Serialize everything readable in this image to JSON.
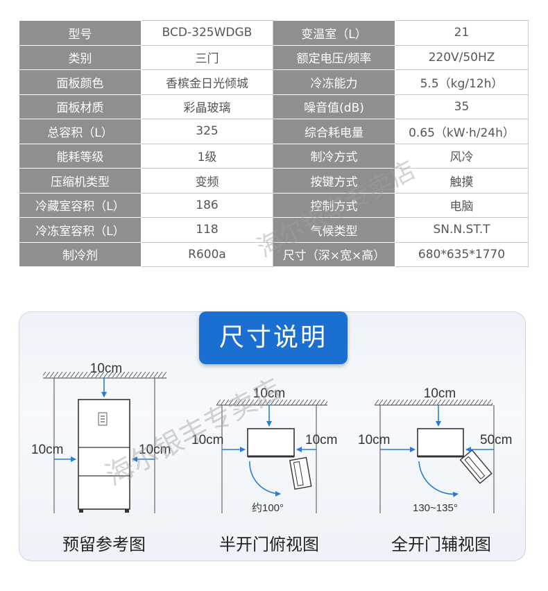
{
  "specs": [
    {
      "l1": "型号",
      "v1": "BCD-325WDGB",
      "l2": "变温室（L）",
      "v2": "21"
    },
    {
      "l1": "类别",
      "v1": "三门",
      "l2": "额定电压/频率",
      "v2": "220V/50HZ"
    },
    {
      "l1": "面板颜色",
      "v1": "香槟金日光倾城",
      "l2": "冷冻能力",
      "v2": "5.5（kg/12h）"
    },
    {
      "l1": "面板材质",
      "v1": "彩晶玻璃",
      "l2": "噪音值(dB)",
      "v2": "35"
    },
    {
      "l1": "总容积（L）",
      "v1": "325",
      "l2": "综合耗电量",
      "v2": "0.65（kW·h/24h）"
    },
    {
      "l1": "能耗等级",
      "v1": "1级",
      "l2": "制冷方式",
      "v2": "风冷"
    },
    {
      "l1": "压缩机类型",
      "v1": "变频",
      "l2": "按键方式",
      "v2": "触摸"
    },
    {
      "l1": "冷藏室容积（L）",
      "v1": "186",
      "l2": "控制方式",
      "v2": "电脑"
    },
    {
      "l1": "冷冻室容积（L）",
      "v1": "118",
      "l2": "气候类型",
      "v2": "SN.N.ST.T"
    },
    {
      "l1": "制冷剂",
      "v1": "R600a",
      "l2": "尺寸（深×宽×高）",
      "v2": "680*635*1770"
    }
  ],
  "panel": {
    "title": "尺寸说明",
    "diagrams": [
      {
        "caption": "预留参考图",
        "top": "10cm",
        "left": "10cm",
        "right": "10cm"
      },
      {
        "caption": "半开门俯视图",
        "top": "10cm",
        "left": "10cm",
        "right": "10cm",
        "angle": "约100°"
      },
      {
        "caption": "全开门辅视图",
        "top": "10cm",
        "left": "10cm",
        "right": "50cm",
        "angle": "130~135°"
      }
    ]
  },
  "watermark": "海尔银丰专卖店",
  "colors": {
    "label_bg": "#8f8f8f",
    "accent_blue": "#1b6fd0",
    "arrow_blue": "#2a7ad8"
  }
}
